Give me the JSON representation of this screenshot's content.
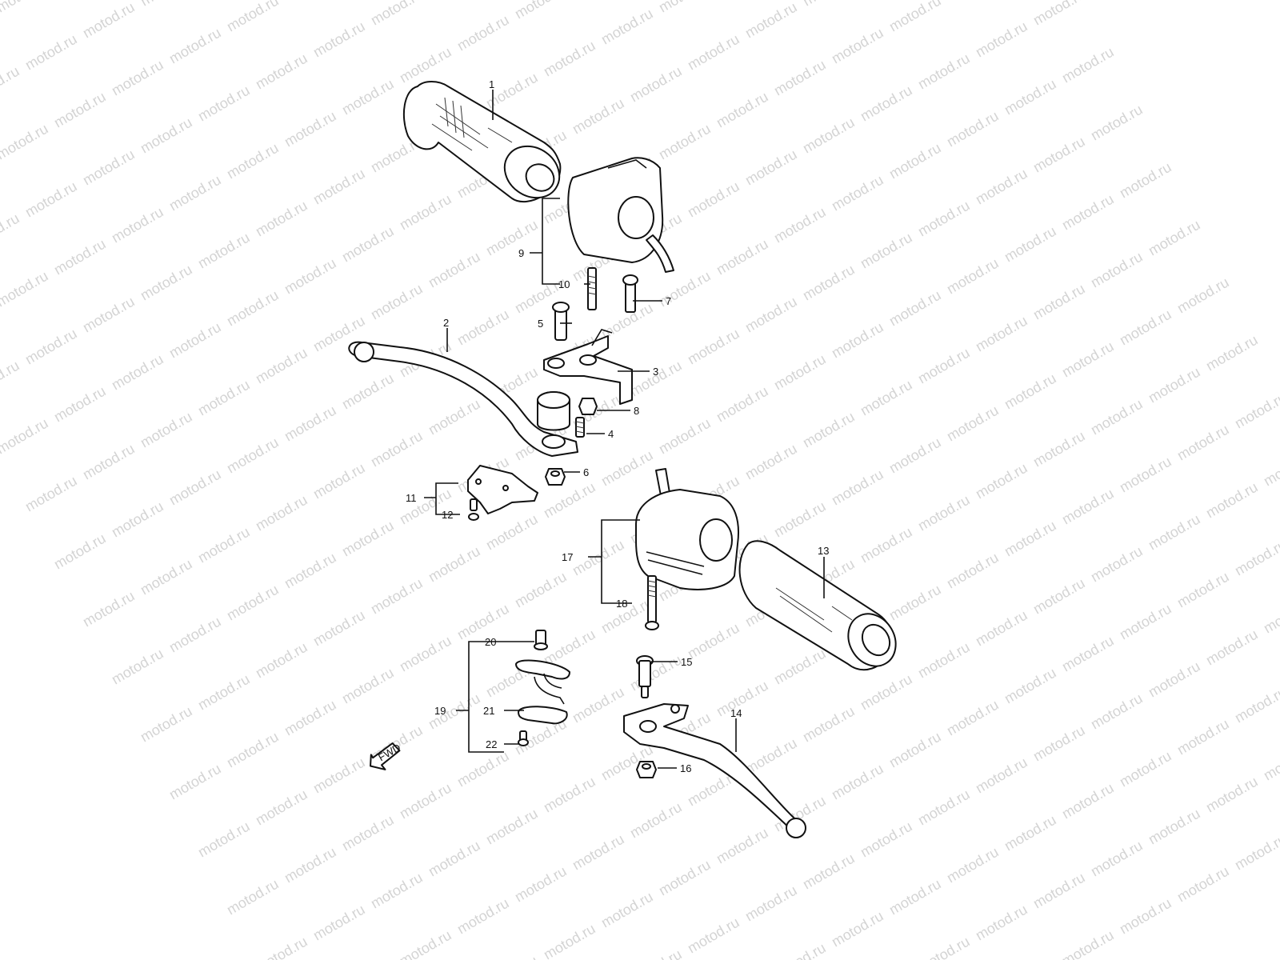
{
  "watermark": "motod.ru",
  "fwd_label": "FWD",
  "callouts": [
    "1",
    "2",
    "3",
    "4",
    "5",
    "6",
    "7",
    "8",
    "9",
    "10",
    "11",
    "12",
    "13",
    "14",
    "15",
    "16",
    "17",
    "18",
    "19",
    "20",
    "21",
    "22"
  ],
  "colors": {
    "line": "#111111",
    "watermark": "#d4d4d4",
    "background": "#ffffff"
  }
}
